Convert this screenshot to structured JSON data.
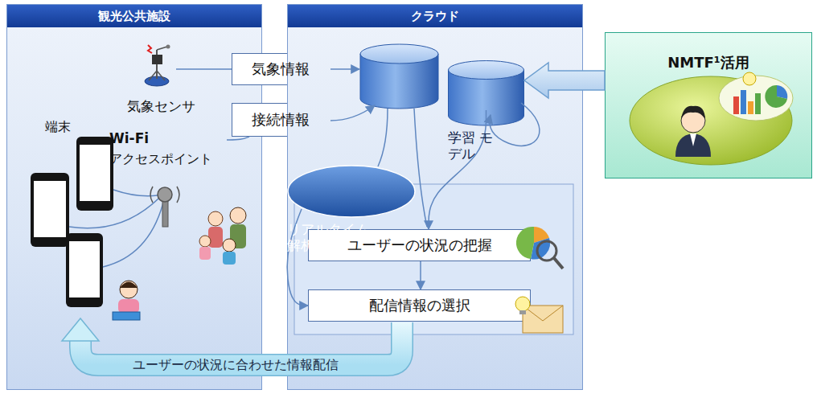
{
  "diagram": {
    "nodes": [
      {
        "text": [
          "観光公共施設"
        ]
      },
      {
        "text": [
          "気象センサ"
        ],
        "in": 0
      },
      {
        "text": [
          "Wi-Fi",
          "アクセスポイント"
        ],
        "in": 0
      },
      {
        "text": [
          "気象情報"
        ]
      },
      {
        "text": [
          "接続情報"
        ]
      },
      {
        "text": [
          "クラウド"
        ]
      },
      {
        "text": [
          "学習 モデル"
        ],
        "in": 5
      },
      {
        "text": [
          "リアルタイム 解析"
        ],
        "in": 5
      },
      {
        "text": [
          "ユーザーの状況の把握"
        ],
        "in": 5
      },
      {
        "text": [
          "配信情報の選択"
        ],
        "in": 5
      },
      {
        "text": [
          "NMTF¹活用"
        ]
      },
      {
        "text": [
          "ユーザーの状況に合わせた情報配信"
        ]
      }
    ],
    "edges": [
      {
        "from": 1,
        "to": 3,
        "arrow": "none"
      },
      {
        "from": 2,
        "to": 4,
        "arrow": "none"
      },
      {
        "from": 10,
        "to": 6,
        "arrow": "to"
      },
      {
        "from": 6,
        "to": 8,
        "arrow": "to"
      },
      {
        "from": 8,
        "to": 9,
        "arrow": "to"
      },
      {
        "from": 7,
        "to": 9,
        "arrow": "to"
      }
    ],
    "labels": [
      "端末"
    ]
  }
}
